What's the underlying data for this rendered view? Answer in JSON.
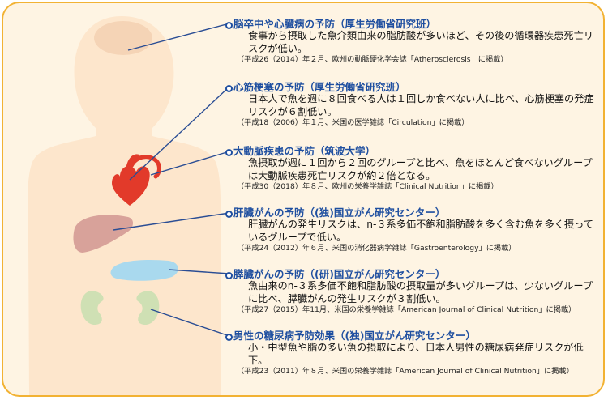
{
  "items": [
    {
      "title": "脳卒中や心臓病の予防（厚生労働省研究班）",
      "desc": "食事から摂取した魚介類由来の脂肪酸が多いほど、その後の循環器疾患死亡リスクが低い。",
      "source": "（平成26（2014）年２月、欧州の動脈硬化学会誌「Atherosclerosis」に掲載）"
    },
    {
      "title": "心筋梗塞の予防（厚生労働省研究班）",
      "desc": "日本人で魚を週に８回食べる人は１回しか食べない人に比べ、心筋梗塞の発症リスクが６割低い。",
      "source": "（平成18（2006）年１月、米国の医学雑誌「Circulation」に掲載）"
    },
    {
      "title": "大動脈疾患の予防（筑波大学）",
      "desc": "魚摂取が週に１回から２回のグループと比べ、魚をほとんど食べないグループは大動脈疾患死亡リスクが約２倍となる。",
      "source": "（平成30（2018）年８月、欧州の栄養学雑誌「Clinical Nutrition」に掲載）"
    },
    {
      "title": "肝臓がんの予防（(独)国立がん研究センター）",
      "desc": "肝臓がんの発生リスクは、n-３系多価不飽和脂肪酸を多く含む魚を多く摂っているグループで低い。",
      "source": "（平成24（2012）年６月、米国の消化器病学雑誌「Gastroenterology」に掲載）"
    },
    {
      "title": "膵臓がんの予防（(研)国立がん研究センター）",
      "desc": "魚由来のn-３系多価不飽和脂肪酸の摂取量が多いグループは、少ないグループに比べ、膵臓がんの発生リスクが３割低い。",
      "source": "（平成27（2015）年11月、米国の栄養学雑誌「American Journal of Clinical Nutrition」に掲載）"
    },
    {
      "title": "男性の糖尿病予防効果（(独)国立がん研究センター）",
      "desc": "小・中型魚や脂の多い魚の摂取により、日本人男性の糖尿病発症リスクが低下。",
      "source": "（平成23（2011）年８月、米国の栄養学雑誌「American Journal of Clinical Nutrition」に掲載）"
    }
  ],
  "colors": {
    "border": "#f2b233",
    "background": "#fef4e3",
    "body": "#fde6cc",
    "title": "#1f4fa0",
    "heart": "#e23a2a",
    "liver": "#d8a29a",
    "pancreas": "#a9d9ee",
    "kidney": "#cfe0b4",
    "brain": "#f5d4b6"
  }
}
